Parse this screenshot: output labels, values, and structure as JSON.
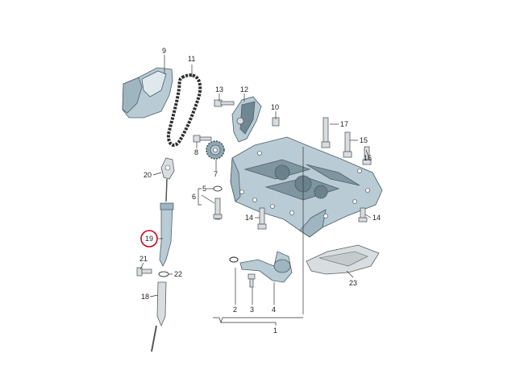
{
  "labels": {
    "p1": "1",
    "p2": "2",
    "p3": "3",
    "p4": "4",
    "p5": "5",
    "p6": "6",
    "p7": "7",
    "p8": "8",
    "p9": "9",
    "p10": "10",
    "p11": "11",
    "p12": "12",
    "p13": "13",
    "p14a": "14",
    "p14b": "14",
    "p15": "15",
    "p16": "16",
    "p17": "17",
    "p18": "18",
    "p19": "19",
    "p20": "20",
    "p21": "21",
    "p22": "22",
    "p23": "23"
  },
  "highlight": {
    "part": "19",
    "color": "#d0021b"
  },
  "colors": {
    "part_fill": "#b9cbd4",
    "part_dark": "#6f8793",
    "bolt": "#d8dde0"
  }
}
